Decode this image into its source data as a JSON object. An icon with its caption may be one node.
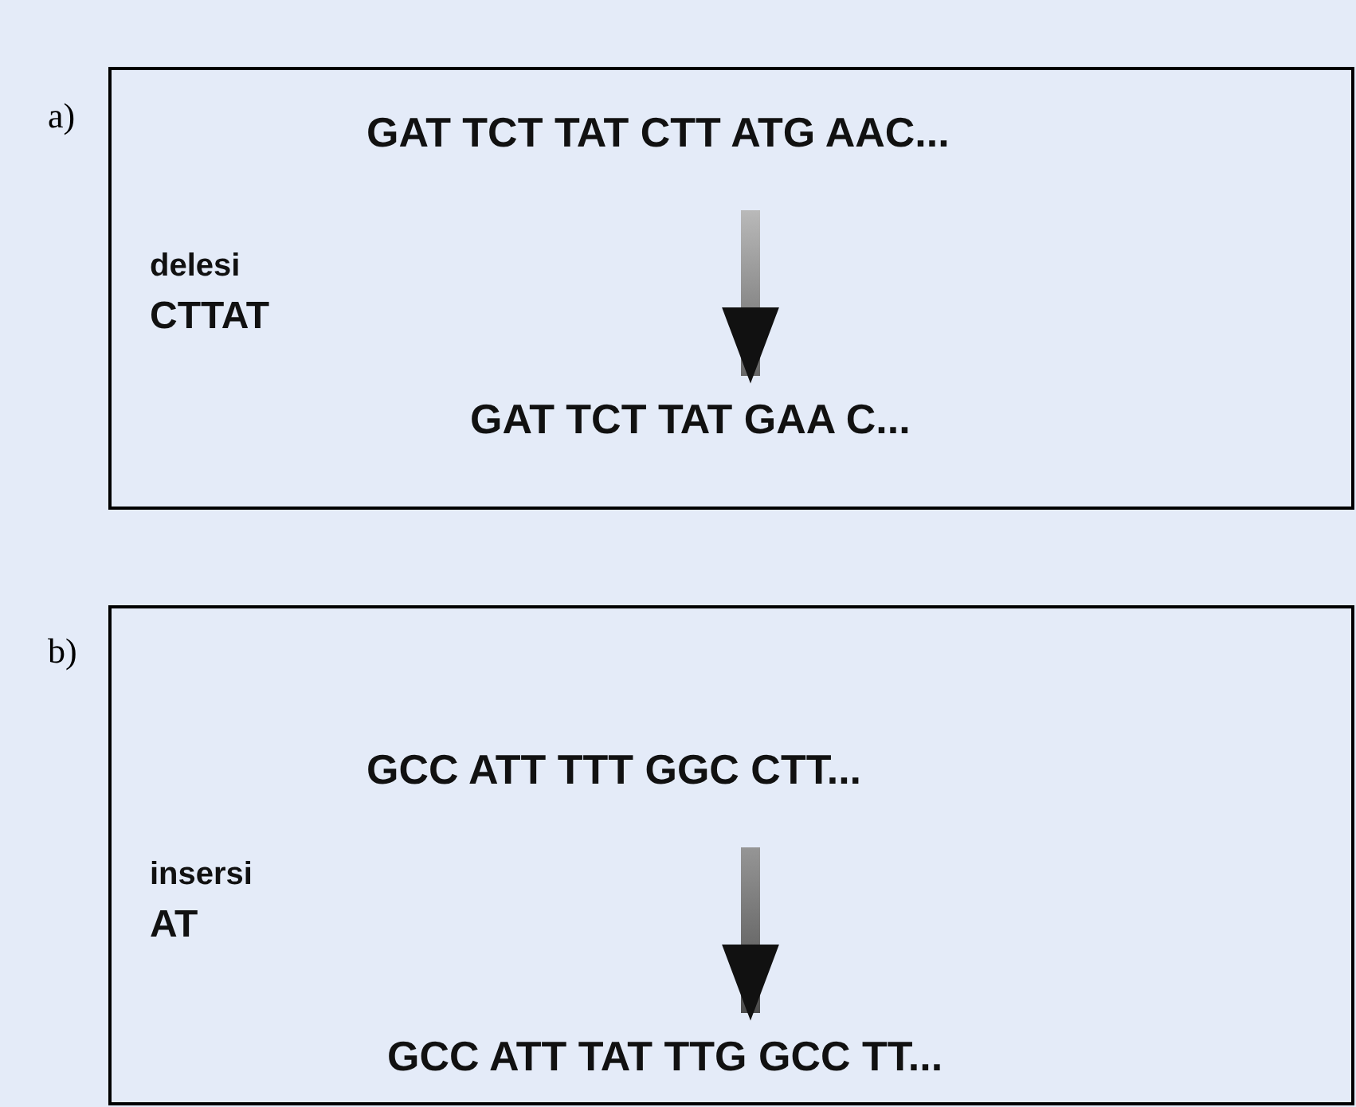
{
  "diagram": {
    "nodes": [
      {
        "text": [
          "a)"
        ]
      },
      {
        "text": [
          "GAT TCT TAT CTT ATG AAC..."
        ],
        "in": 0
      },
      {
        "text": [
          "delesi",
          "CTTAT"
        ],
        "in": 0
      },
      {
        "text": [
          "GAT TCT TAT GAA C..."
        ],
        "in": 0
      },
      {
        "text": [
          "b)"
        ]
      },
      {
        "text": [
          "GCC ATT TTT GGC CTT..."
        ],
        "in": 4
      },
      {
        "text": [
          "insersi",
          "AT"
        ],
        "in": 4
      },
      {
        "text": [
          "GCC ATT TAT TTG GCC TT..."
        ],
        "in": 4
      }
    ],
    "edges": [
      {
        "from": 1,
        "to": 3,
        "arrow": "to"
      },
      {
        "from": 5,
        "to": 7,
        "arrow": "to"
      }
    ]
  }
}
